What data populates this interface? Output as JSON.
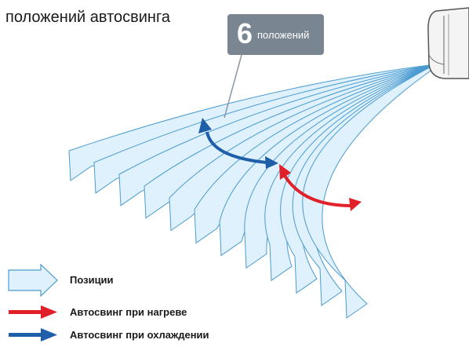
{
  "title": "положений автосвинга",
  "badge": {
    "number": "6",
    "word": "положений"
  },
  "legend": {
    "positions": "Позиции",
    "heating": "Автосвинг при нагреве",
    "cooling": "Автосвинг при охлаждении"
  },
  "colors": {
    "fan_fill": "#dff1fc",
    "fan_stroke": "#4a9bd0",
    "heating": "#e2202a",
    "cooling": "#1f5ea8",
    "badge": "#7a8592"
  },
  "fan_positions": 6,
  "icons": [
    "air-conditioner-unit-icon",
    "airflow-fan-icon",
    "position-arrow-icon",
    "heating-swing-arrow-icon",
    "cooling-swing-arrow-icon"
  ]
}
